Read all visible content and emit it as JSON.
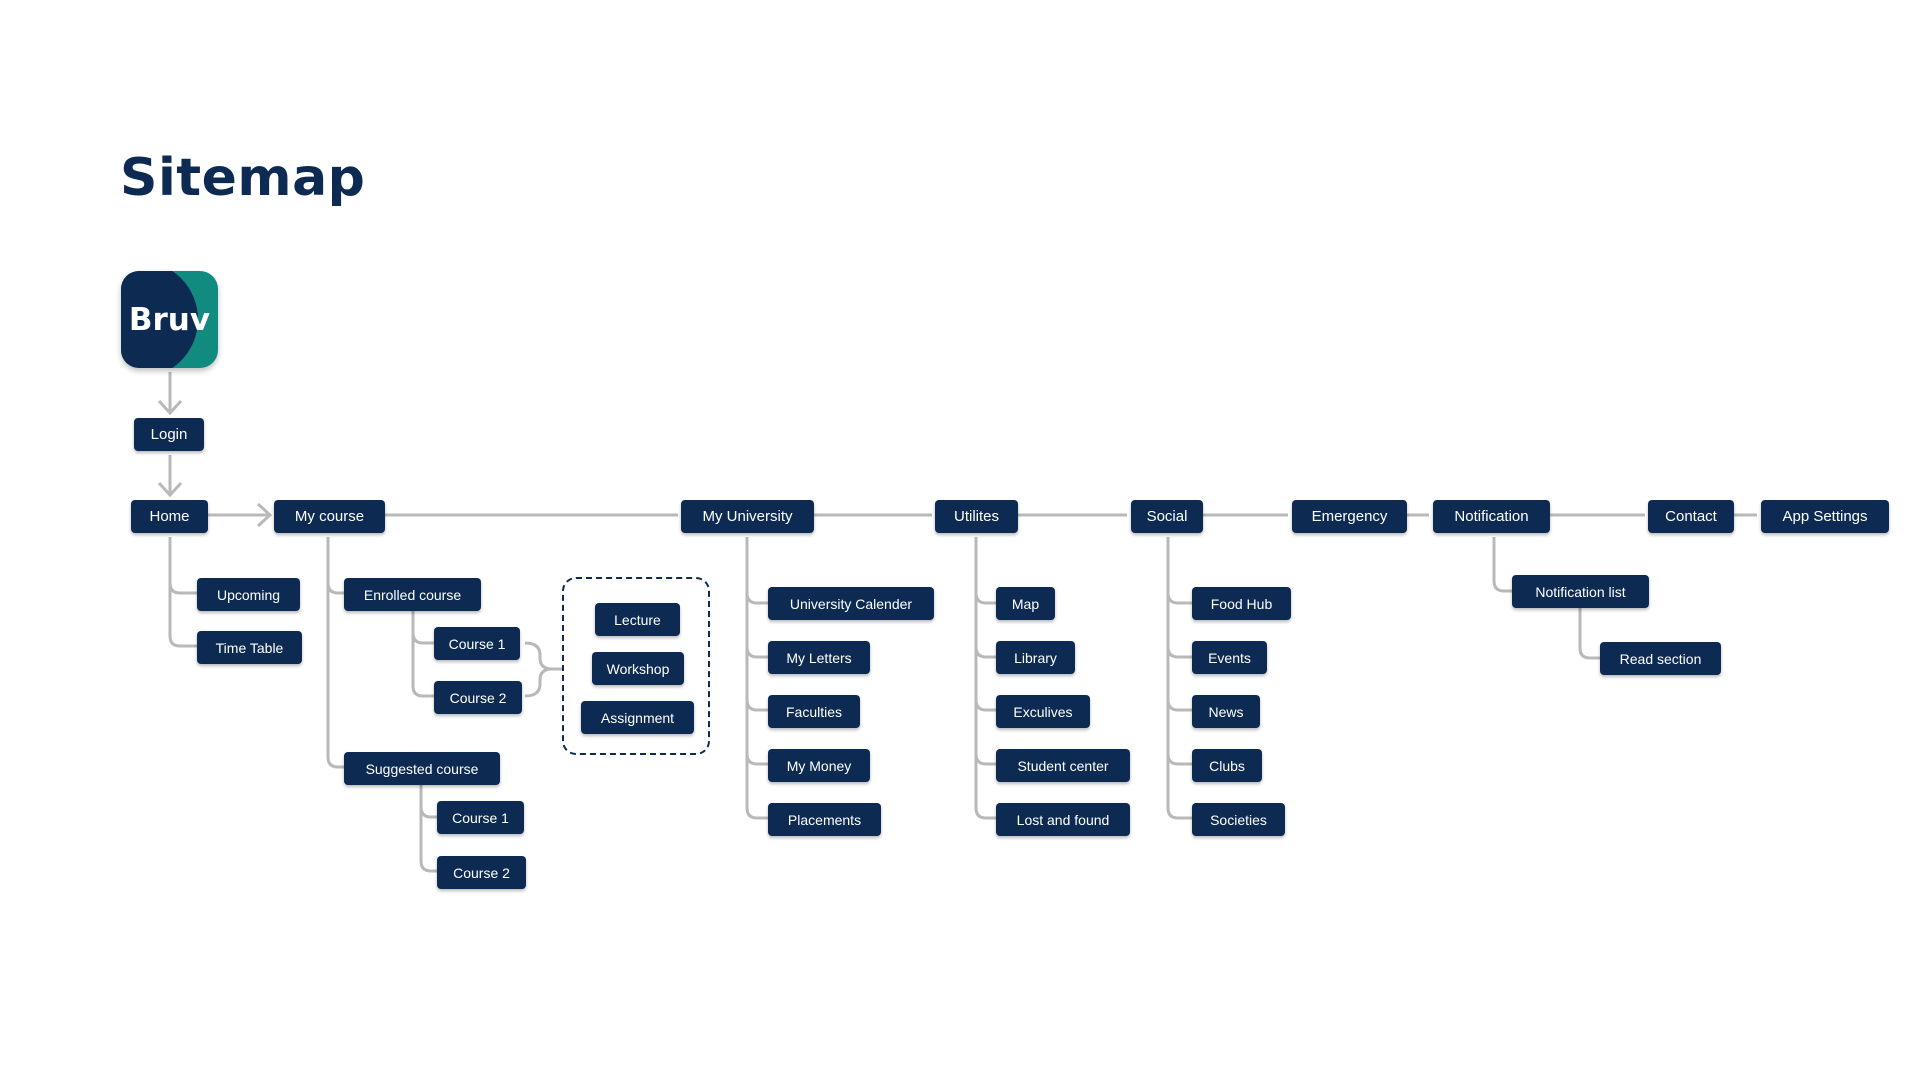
{
  "title": "Sitemap",
  "logo": {
    "text": "Bruv",
    "colors": {
      "dark": "#0d2b52",
      "teal": "#118a80"
    }
  },
  "nodes": {
    "login": "Login",
    "home": "Home",
    "my_course": "My course",
    "my_university": "My University",
    "utilites": "Utilites",
    "social": "Social",
    "emergency": "Emergency",
    "notification": "Notification",
    "contact": "Contact",
    "app_settings": "App Settings"
  },
  "home_children": [
    "Upcoming",
    "Time Table"
  ],
  "my_course_children": {
    "enrolled": "Enrolled course",
    "enrolled_courses": [
      "Course 1",
      "Course 2"
    ],
    "course_content": [
      "Lecture",
      "Workshop",
      "Assignment"
    ],
    "suggested": "Suggested course",
    "suggested_courses": [
      "Course 1",
      "Course 2"
    ]
  },
  "my_university_children": [
    "University Calender",
    "My Letters",
    "Faculties",
    "My Money",
    "Placements"
  ],
  "utilites_children": [
    "Map",
    "Library",
    "Exculives",
    "Student center",
    "Lost and found"
  ],
  "social_children": [
    "Food Hub",
    "Events",
    "News",
    "Clubs",
    "Societies"
  ],
  "notification_children": {
    "list": "Notification list",
    "read": "Read section"
  },
  "colors": {
    "node": "#0d2b52",
    "connector": "#b9b9b9",
    "text": "#ffffff"
  }
}
